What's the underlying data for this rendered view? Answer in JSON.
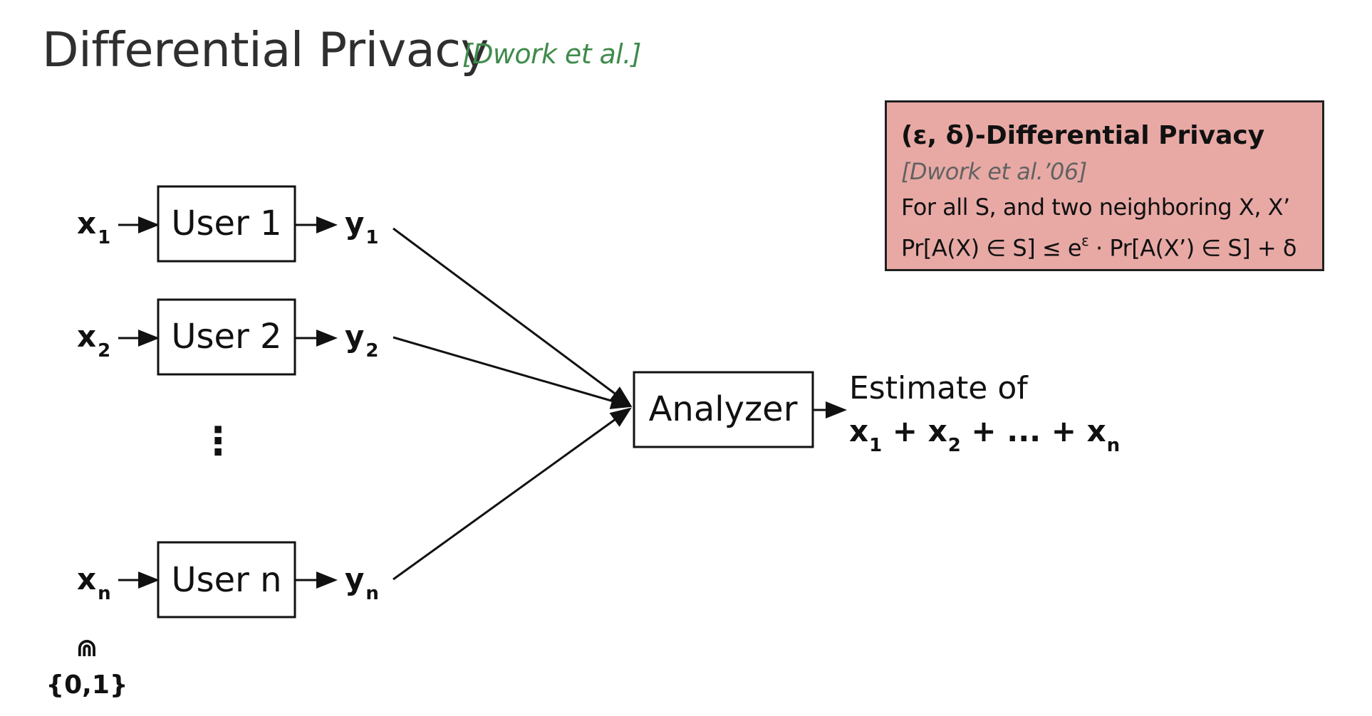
{
  "title": "Differential Privacy",
  "citation": "[Dwork et al.]",
  "definition": {
    "heading": "(ε, δ)-Differential Privacy",
    "citation": "[Dwork et al.’06]",
    "line1": "For all S, and two neighboring X, X’",
    "line2_before_exp": "Pr[A(X) ∈ S] ≤ e",
    "line2_exp": "ε",
    "line2_after_exp": " · Pr[A(X’) ∈ S] + δ"
  },
  "users": [
    {
      "label": "User 1",
      "input_var": "x",
      "input_sub": "1",
      "output_var": "y",
      "output_sub": "1"
    },
    {
      "label": "User 2",
      "input_var": "x",
      "input_sub": "2",
      "output_var": "y",
      "output_sub": "2"
    },
    {
      "label": "User n",
      "input_var": "x",
      "input_sub": "n",
      "output_var": "y",
      "output_sub": "n"
    }
  ],
  "ellipsis": "⋮",
  "input_domain": {
    "symbol": "⋒",
    "set": "{0,1}"
  },
  "analyzer": {
    "label": "Analyzer"
  },
  "estimate": {
    "label": "Estimate of",
    "x1": "x",
    "s1": "1",
    "plus1": " + ",
    "x2": "x",
    "s2": "2",
    "plus2": " + ... + ",
    "xn": "x",
    "sn": "n"
  },
  "colors": {
    "citation": "#3f8b4b",
    "definition_background": "#e8a9a5",
    "definition_citation": "#626262",
    "stroke": "#111111"
  }
}
